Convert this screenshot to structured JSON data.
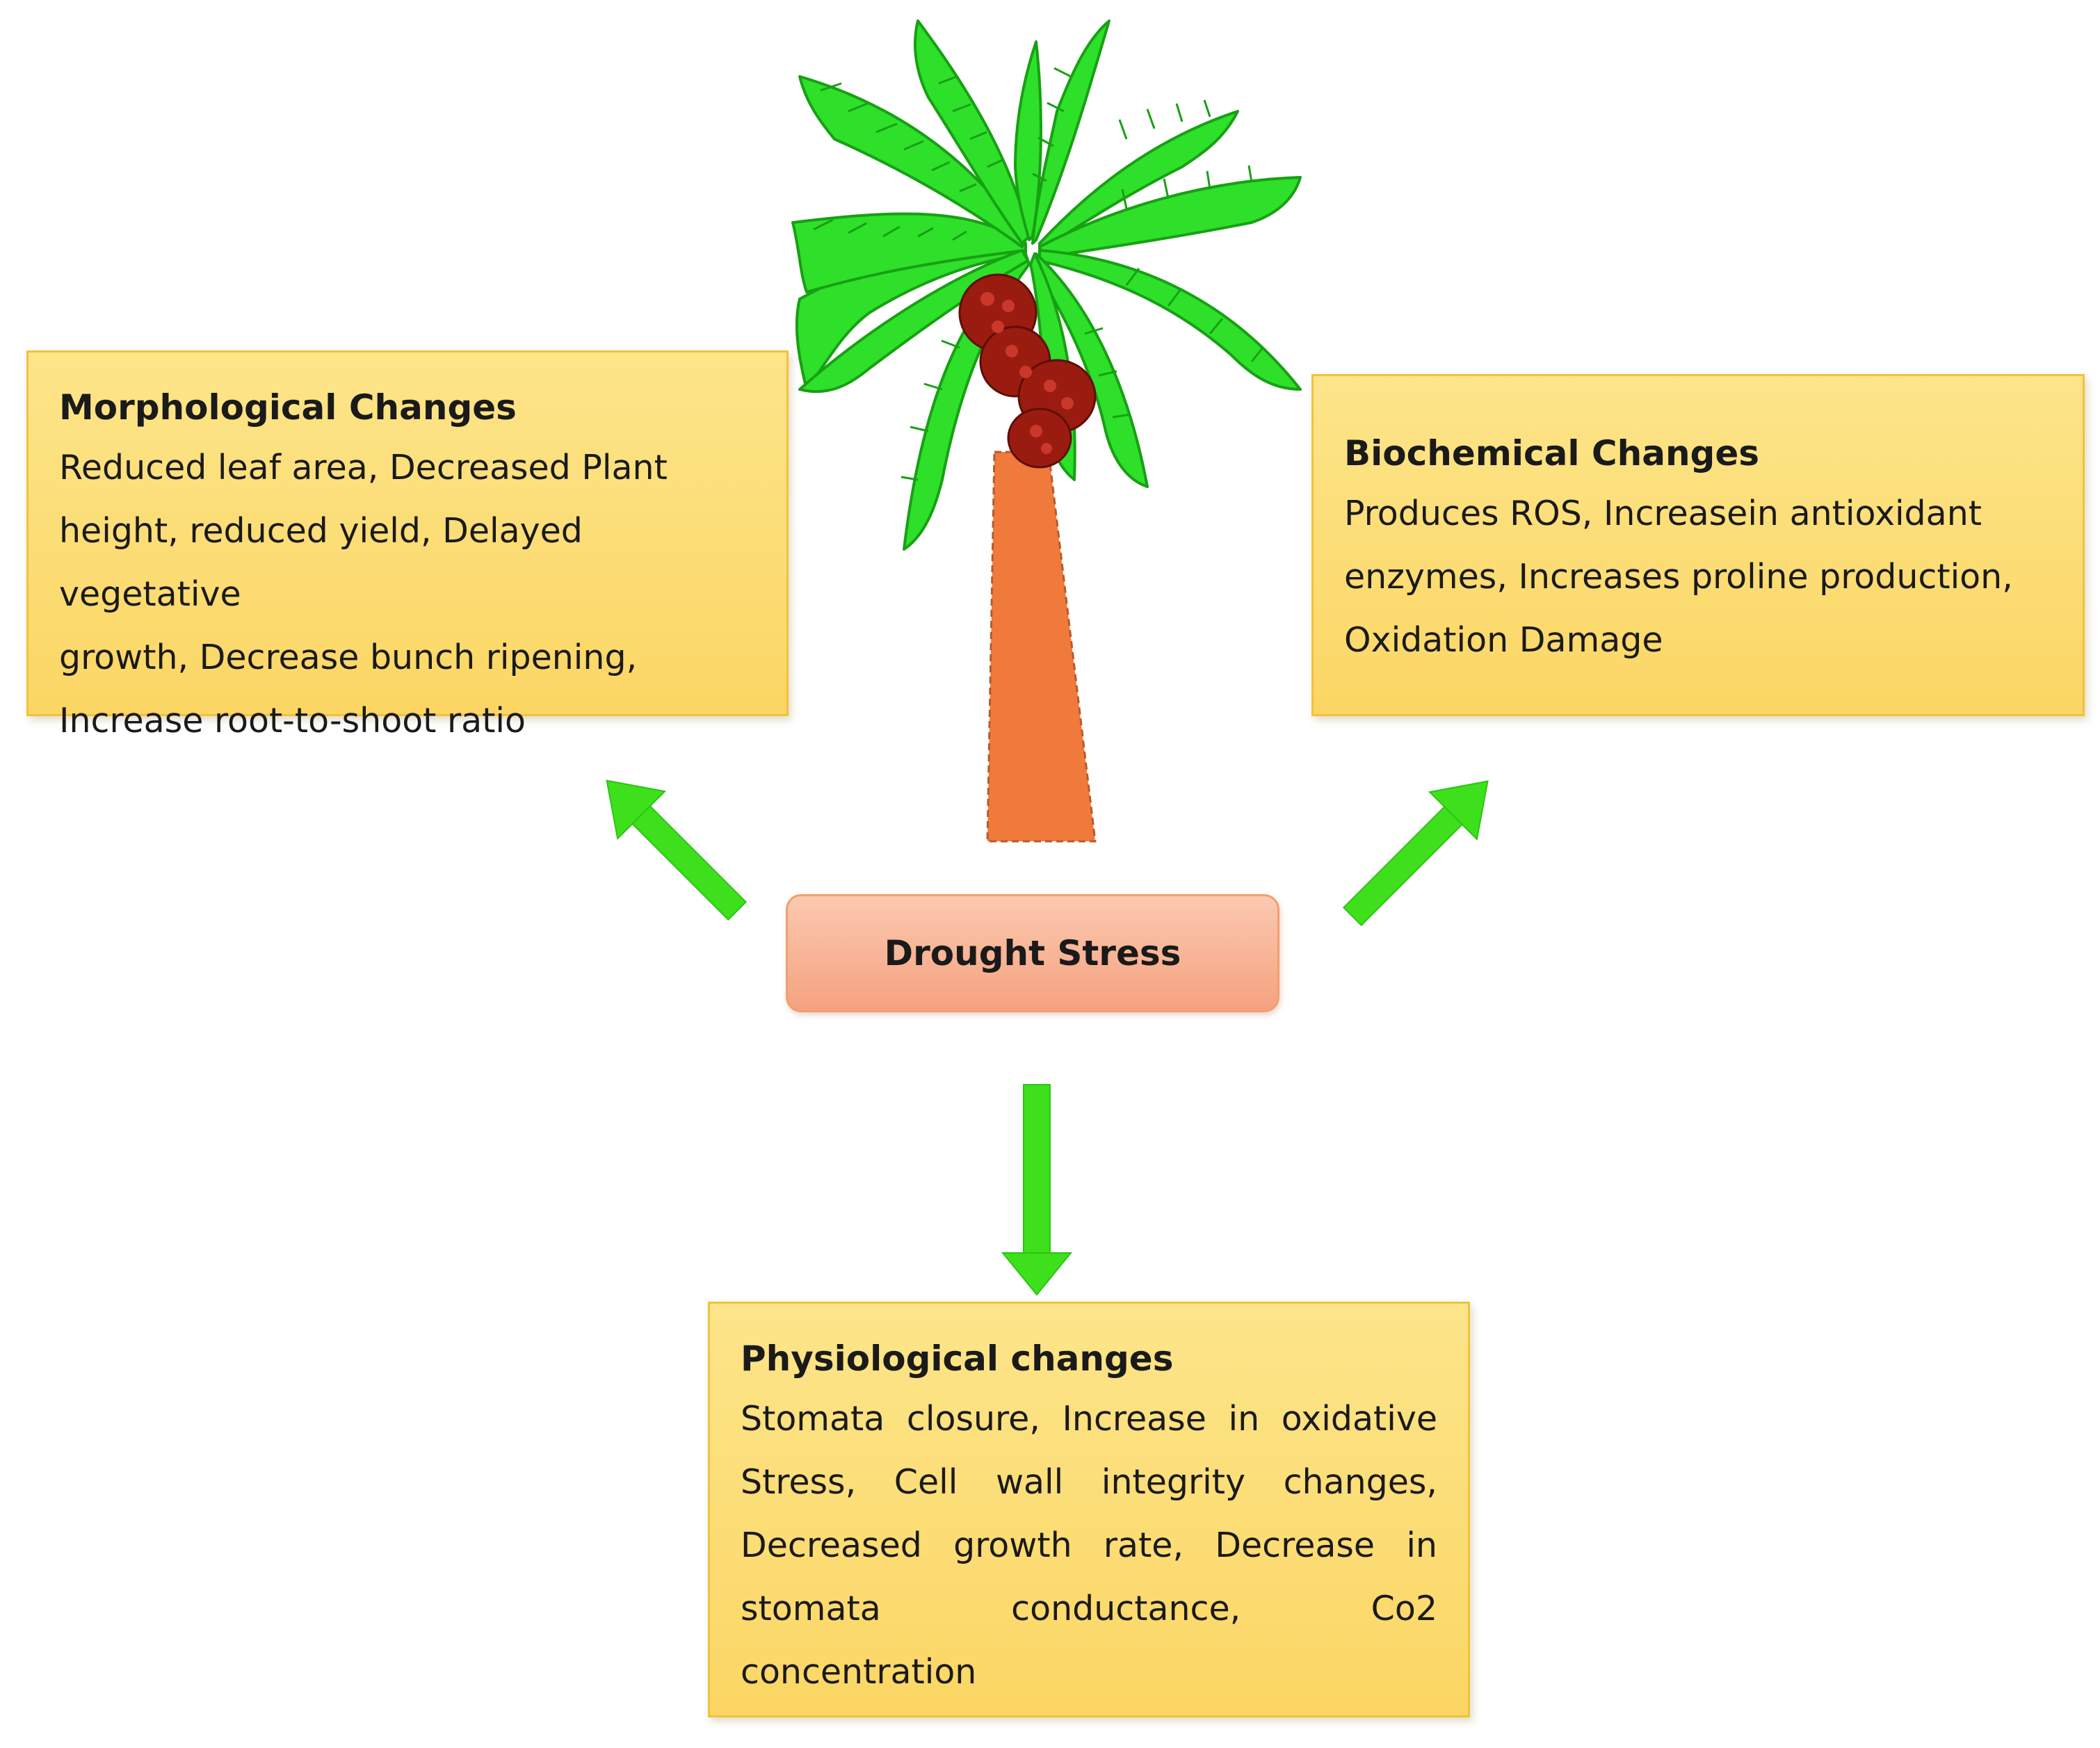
{
  "center": {
    "label": "Drought Stress"
  },
  "morphological": {
    "title": "Morphological Changes",
    "lines": [
      "Reduced leaf area, Decreased Plant",
      "height, reduced yield, Delayed vegetative",
      "growth, Decrease bunch ripening,",
      "Increase root-to-shoot ratio"
    ]
  },
  "biochemical": {
    "title": "Biochemical Changes",
    "lines": [
      "Produces ROS, Increasein antioxidant",
      "enzymes, Increases proline production,",
      "Oxidation Damage"
    ]
  },
  "physiological": {
    "title": "Physiological changes",
    "lines": [
      "Stomata closure, Increase in oxidative",
      "Stress, Cell wall integrity changes,",
      "Decreased growth rate, Decrease in",
      "stomata conductance, Co2 concentration"
    ]
  },
  "colors": {
    "box_fill": "#fbd664",
    "box_border": "#f1c23a",
    "center_fill": "#f5a27f",
    "arrow": "#3ee01c",
    "palm_leaf": "#2ee02a",
    "palm_trunk": "#f07a3c",
    "fruit": "#9a1c10"
  },
  "icons": [
    "palm-tree-icon",
    "arrow-up-left-icon",
    "arrow-up-right-icon",
    "arrow-down-icon"
  ]
}
